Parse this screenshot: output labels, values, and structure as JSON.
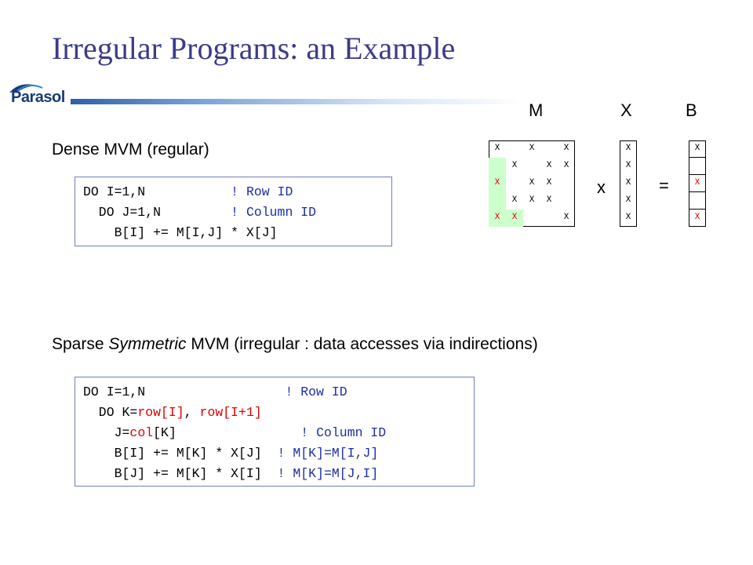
{
  "title": "Irregular Programs: an Example",
  "logo": {
    "text": "Parasol"
  },
  "dense": {
    "heading": "Dense MVM   (regular)",
    "code": [
      [
        {
          "t": "DO I=1,N           "
        },
        {
          "t": "! Row ID",
          "c": "blue"
        }
      ],
      [
        {
          "t": "  DO J=1,N         "
        },
        {
          "t": "! Column ID",
          "c": "blue"
        }
      ],
      [
        {
          "t": "    B[I] += M[I,J] * X[J]"
        }
      ]
    ]
  },
  "sparse": {
    "heading_pre": "Sparse ",
    "heading_italic": "Symmetric",
    "heading_post": " MVM (irregular : data accesses via indirections)",
    "code": [
      [
        {
          "t": "DO I=1,N                  "
        },
        {
          "t": "! Row ID",
          "c": "blue"
        }
      ],
      [
        {
          "t": "  DO K="
        },
        {
          "t": "row[I]",
          "c": "red"
        },
        {
          "t": ", "
        },
        {
          "t": "row[I+1]",
          "c": "red"
        }
      ],
      [
        {
          "t": "    J="
        },
        {
          "t": "col",
          "c": "red"
        },
        {
          "t": "[K]                "
        },
        {
          "t": "! Column ID",
          "c": "blue"
        }
      ],
      [
        {
          "t": "    B[I] += M[K] * X[J]  "
        },
        {
          "t": "! M[K]=M[I,J]",
          "c": "blue"
        }
      ],
      [
        {
          "t": "    B[J] += M[K] * X[I]  "
        },
        {
          "t": "! M[K]=M[J,I]",
          "c": "blue"
        }
      ]
    ]
  },
  "matrix": {
    "labels": {
      "m": "M",
      "x": "X",
      "b": "B"
    },
    "operators": {
      "times": "x",
      "equals": "="
    },
    "m_rows": [
      [
        "X",
        "",
        "X",
        "",
        "X"
      ],
      [
        "",
        "X",
        "",
        "X",
        "X"
      ],
      [
        "X",
        "",
        "X",
        "X",
        ""
      ],
      [
        "",
        "X",
        "X",
        "X",
        ""
      ],
      [
        "X",
        "X",
        "",
        "",
        "X"
      ]
    ],
    "m_red": [
      [
        2,
        0
      ],
      [
        4,
        0
      ],
      [
        4,
        1
      ]
    ],
    "m_green": [
      [
        1,
        0
      ],
      [
        3,
        0
      ],
      [
        2,
        0
      ],
      [
        4,
        0
      ],
      [
        4,
        1
      ]
    ],
    "x_col": [
      "X",
      "X",
      "X",
      "X",
      "X"
    ],
    "b_col": [
      "X",
      "",
      "X",
      "",
      "X"
    ],
    "b_red": [
      2,
      4
    ],
    "colors": {
      "green": "#ccffcc",
      "red": "#e00000",
      "code_blue": "#1c2fa6",
      "title": "#3b3b8a"
    }
  }
}
